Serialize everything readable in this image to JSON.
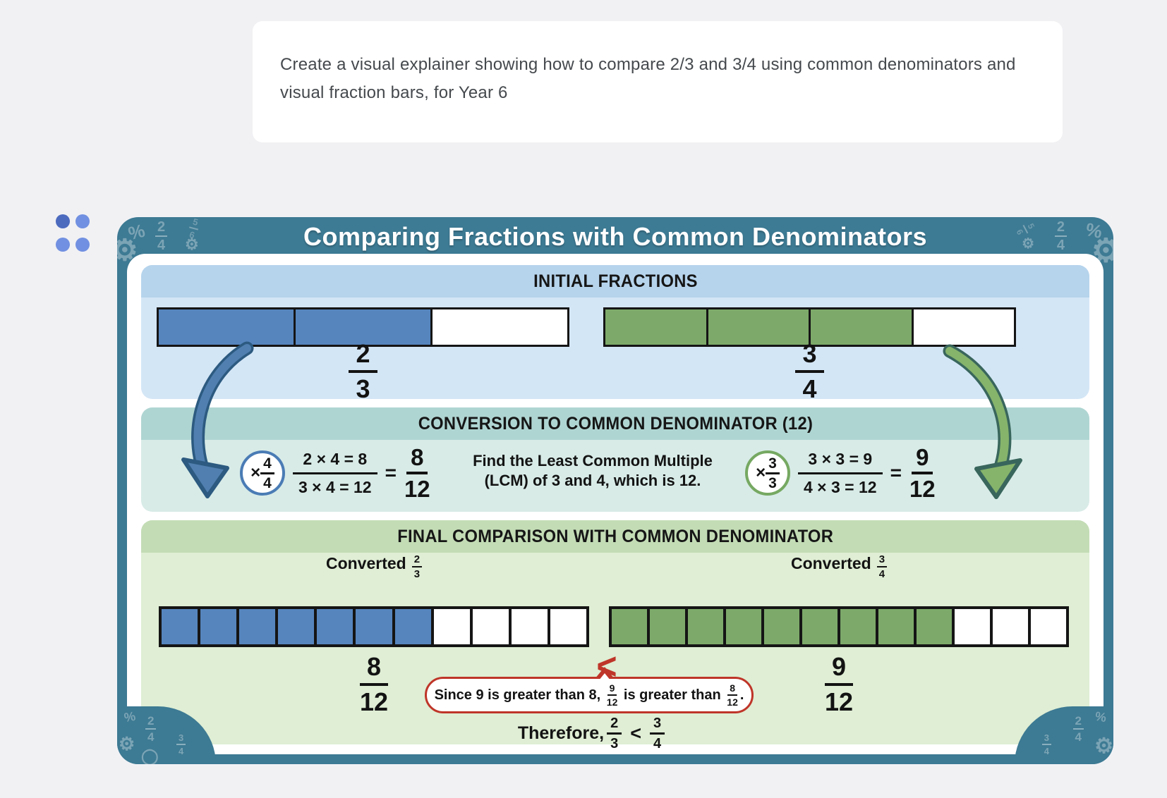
{
  "prompt": {
    "text": "Create a visual explainer showing how to compare 2/3 and 3/4 using common denominators and visual fraction bars, for Year 6"
  },
  "colors": {
    "page_bg": "#f1f1f4",
    "teal_frame": "#3d7a93",
    "fraction_blue": "#5685be",
    "fraction_green": "#7daa6a",
    "accent_red": "#bf3529",
    "dot_dark_blue": "#4c6bbf",
    "dot_light_blue": "#7190e1",
    "initial_header_bg": "#b6d4ec",
    "initial_body_bg": "#d3e6f6",
    "conversion_header_bg": "#afd5d2",
    "conversion_body_bg": "#d8ebe7",
    "final_header_bg": "#c3dcb5",
    "final_body_bg": "#dfeed4"
  },
  "infographic": {
    "title": "Comparing Fractions with Common Denominators",
    "initial": {
      "header": "INITIAL FRACTIONS",
      "left_bar": {
        "cells_total": 3,
        "cells_filled": 2,
        "fill": "#5685be"
      },
      "left_frac": {
        "n": "2",
        "d": "3"
      },
      "right_bar": {
        "cells_total": 4,
        "cells_filled": 3,
        "fill": "#7daa6a"
      },
      "right_frac": {
        "n": "3",
        "d": "4"
      }
    },
    "conversion": {
      "header": "CONVERSION TO COMMON DENOMINATOR (12)",
      "left": {
        "times": "×",
        "mult": {
          "n": "4",
          "d": "4"
        },
        "eq_top": "2 × 4 = 8",
        "eq_bottom": "3 × 4 = 12",
        "equals": "=",
        "result": {
          "n": "8",
          "d": "12"
        }
      },
      "note_line1": "Find the Least Common Multiple",
      "note_line2": "(LCM) of 3 and 4, which is 12.",
      "right": {
        "times": "×",
        "mult": {
          "n": "3",
          "d": "3"
        },
        "eq_top": "3 × 3 = 9",
        "eq_bottom": "4 × 3 = 12",
        "equals": "=",
        "result": {
          "n": "9",
          "d": "12"
        }
      }
    },
    "final": {
      "header": "FINAL COMPARISON WITH COMMON DENOMINATOR",
      "left_caption": "Converted",
      "left_caption_frac": {
        "n": "2",
        "d": "3"
      },
      "right_caption": "Converted",
      "right_caption_frac": {
        "n": "3",
        "d": "4"
      },
      "left_bar": {
        "cells_total": 11,
        "cells_filled": 7,
        "fill": "#5685be"
      },
      "right_bar": {
        "cells_total": 12,
        "cells_filled": 9,
        "fill": "#7daa6a"
      },
      "left_frac": {
        "n": "8",
        "d": "12"
      },
      "right_frac": {
        "n": "9",
        "d": "12"
      },
      "comparison": "<",
      "callout": {
        "text1": "Since 9 is greater than 8, ",
        "frac1": {
          "n": "9",
          "d": "12"
        },
        "text2": " is greater than ",
        "frac2": {
          "n": "8",
          "d": "12"
        },
        "text3": "."
      },
      "therefore": {
        "text": "Therefore,",
        "frac1": {
          "n": "2",
          "d": "3"
        },
        "op": "<",
        "frac2": {
          "n": "3",
          "d": "4"
        }
      }
    },
    "decor": {
      "percent": "%",
      "gear": "⚙",
      "ring": "◯",
      "frac_24": {
        "n": "2",
        "d": "4"
      },
      "frac_56": {
        "n": "5",
        "d": "6"
      },
      "frac_34": {
        "n": "3",
        "d": "4"
      }
    }
  }
}
